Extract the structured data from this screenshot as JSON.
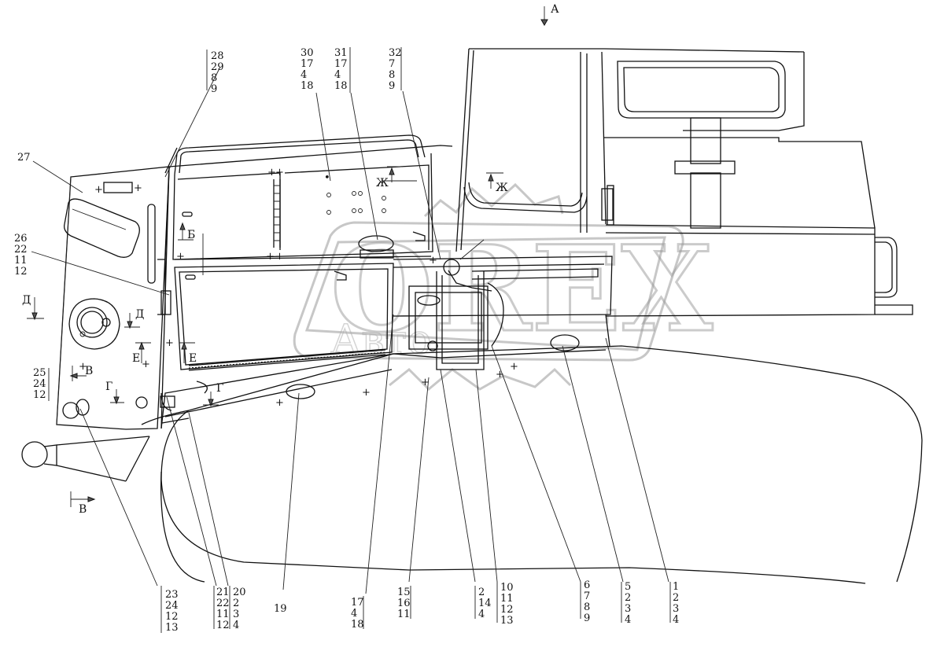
{
  "watermark": {
    "text": "OREX",
    "subtext": "Авто"
  },
  "view_marker": "А",
  "section_markers": {
    "b": "Б",
    "v_top": "В",
    "v_bottom": "В",
    "g_left": "Г",
    "g_right": "Г",
    "d_left": "Д",
    "d_right": "Д",
    "e_left": "Е",
    "e_right": "Е",
    "zh_left": "Ж",
    "zh_right": "Ж"
  },
  "callouts": {
    "c27": [
      "27"
    ],
    "c26": [
      "26",
      "22",
      "11",
      "12"
    ],
    "c25": [
      "25",
      "24",
      "12"
    ],
    "c28": [
      "28",
      "29",
      "8",
      "9"
    ],
    "c30": [
      "30",
      "17",
      "4",
      "18"
    ],
    "c31": [
      "31",
      "17",
      "4",
      "18"
    ],
    "c32": [
      "32",
      "7",
      "8",
      "9"
    ],
    "c23": [
      "23",
      "24",
      "12",
      "13"
    ],
    "c21": [
      "21",
      "22",
      "11",
      "12"
    ],
    "c20": [
      "20",
      "2",
      "3",
      "4"
    ],
    "c19": [
      "19"
    ],
    "c17": [
      "17",
      "4",
      "18"
    ],
    "c15": [
      "15",
      "16",
      "11"
    ],
    "c2": [
      "2",
      "14",
      "4"
    ],
    "c10": [
      "10",
      "11",
      "12",
      "13"
    ],
    "c6": [
      "6",
      "7",
      "8",
      "9"
    ],
    "c5": [
      "5",
      "2",
      "3",
      "4"
    ],
    "c1": [
      "1",
      "2",
      "3",
      "4"
    ]
  }
}
